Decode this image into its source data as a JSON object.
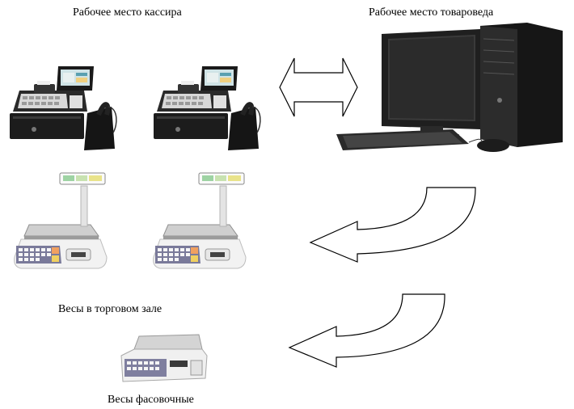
{
  "labels": {
    "cashier_workplace": "Рабочее место кассира",
    "merchandiser_workplace": "Рабочее место товароведа",
    "scales_in_hall": "Весы в торговом зале",
    "packing_scales": "Весы фасовочные"
  },
  "icons": {
    "pos_terminal": "pos-terminal-icon",
    "desktop_pc": "desktop-computer-icon",
    "scale_with_pole": "label-scale-icon",
    "packing_scale": "packing-scale-icon"
  },
  "colors": {
    "background": "#ffffff",
    "device_dark": "#1c1c1c",
    "device_light": "#e8e8e8",
    "arrow_stroke": "#000000"
  }
}
